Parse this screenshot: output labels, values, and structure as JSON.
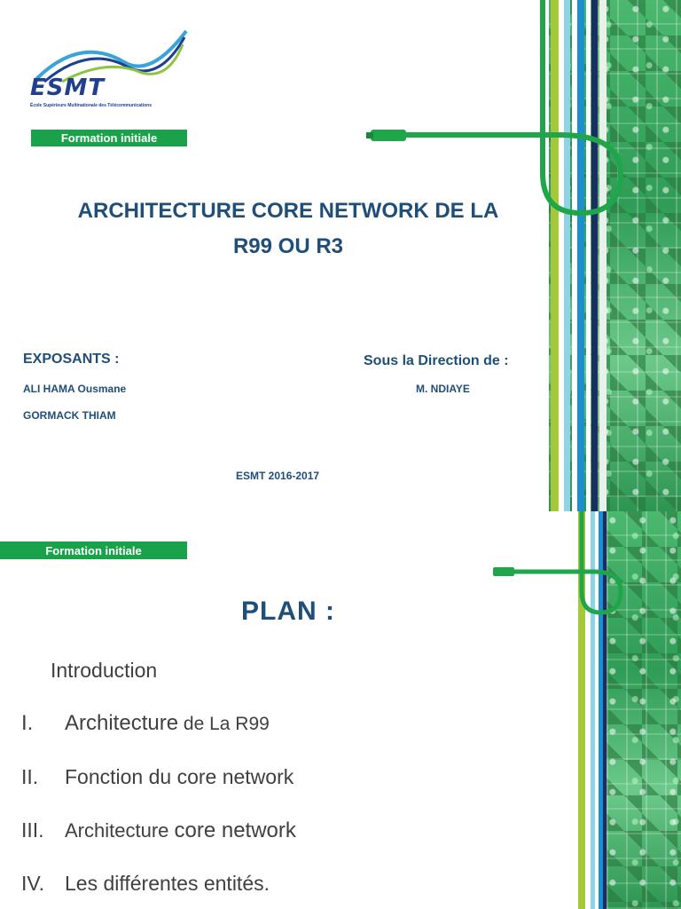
{
  "slide1": {
    "logo": {
      "name": "ESMT",
      "subtitle": "École Supérieure Multinationale des Télécommunications"
    },
    "formation_label": "Formation initiale",
    "title_line1": "ARCHITECTURE  CORE NETWORK DE LA",
    "title_line2": "R99 OU R3",
    "presenters_heading": "EXPOSANTS :",
    "presenters": [
      "ALI HAMA Ousmane",
      "GORMACK THIAM"
    ],
    "direction_heading": "Sous la Direction de :",
    "director": "M. NDIAYE",
    "year": "ESMT 2016-2017"
  },
  "slide2": {
    "formation_label": "Formation initiale",
    "title": "PLAN :",
    "intro": "Introduction",
    "items": [
      {
        "num": "I.",
        "text_main": "Architecture",
        "text_rest": " de La R99"
      },
      {
        "num": "II.",
        "text_main": "Fonction du core network",
        "text_rest": ""
      },
      {
        "num": "III.",
        "text_main": "Architecture ",
        "text_rest": "core network"
      },
      {
        "num": "IV.",
        "text_main": "Les différentes entités.",
        "text_rest": ""
      }
    ]
  },
  "colors": {
    "brand_green": "#19a24a",
    "title_blue": "#1f4e79",
    "cable_green": "#1fa64a"
  }
}
